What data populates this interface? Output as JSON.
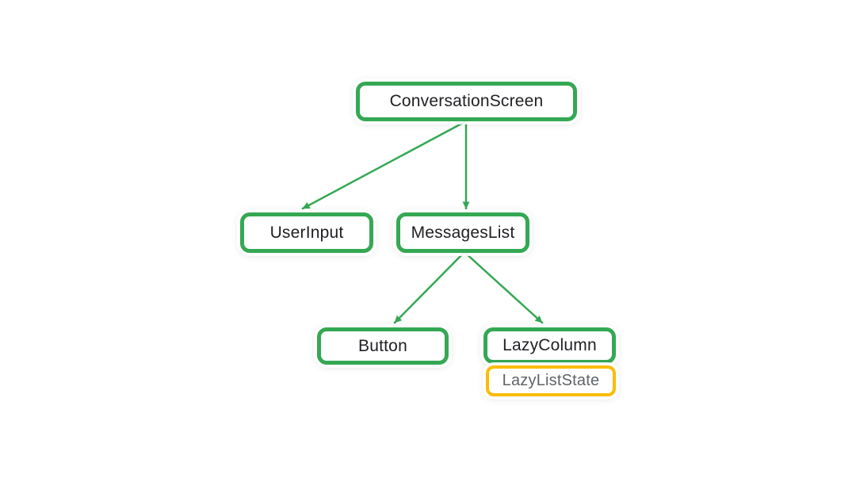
{
  "diagram": {
    "description": "Component tree diagram",
    "nodes": [
      {
        "id": "conversation-screen",
        "label": "ConversationScreen",
        "variant": "composable"
      },
      {
        "id": "user-input",
        "label": "UserInput",
        "variant": "composable"
      },
      {
        "id": "messages-list",
        "label": "MessagesList",
        "variant": "composable"
      },
      {
        "id": "button",
        "label": "Button",
        "variant": "composable"
      },
      {
        "id": "lazy-column",
        "label": "LazyColumn",
        "variant": "composable"
      },
      {
        "id": "lazy-list-state",
        "label": "LazyListState",
        "variant": "state"
      }
    ],
    "edges": [
      {
        "from": "ConversationScreen",
        "to": "UserInput"
      },
      {
        "from": "ConversationScreen",
        "to": "MessagesList"
      },
      {
        "from": "MessagesList",
        "to": "Button"
      },
      {
        "from": "MessagesList",
        "to": "LazyColumn"
      }
    ],
    "colors": {
      "composable_border": "#34A853",
      "state_border": "#FBBC04",
      "edge": "#34A853",
      "text_dark": "#202124",
      "text_gray": "#5F6368",
      "background": "#FFFFFF"
    }
  }
}
